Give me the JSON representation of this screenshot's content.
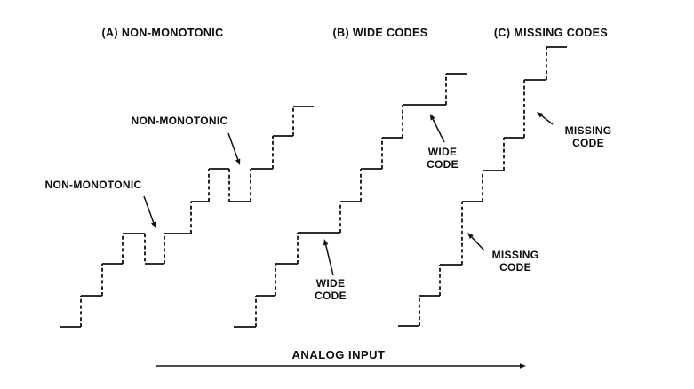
{
  "colors": {
    "ink": "#111111",
    "background": "#ffffff"
  },
  "panel_titles": {
    "a": "(A) NON-MONOTONIC",
    "b": "(B) WIDE CODES",
    "c": "(C) MISSING CODES"
  },
  "callouts": {
    "non_monotonic_upper": "NON-MONOTONIC",
    "non_monotonic_lower": "NON-MONOTONIC",
    "wide_code_upper": {
      "line1": "WIDE",
      "line2": "CODE"
    },
    "wide_code_lower": {
      "line1": "WIDE",
      "line2": "CODE"
    },
    "missing_code_upper": {
      "line1": "MISSING",
      "line2": "CODE"
    },
    "missing_code_lower": {
      "line1": "MISSING",
      "line2": "CODE"
    }
  },
  "axis": {
    "label": "ANALOG INPUT"
  },
  "geometry": {
    "staircases": [
      {
        "name": "staircase-non-monotonic",
        "points": [
          [
            68,
            368
          ],
          [
            91,
            368
          ],
          [
            91,
            333
          ],
          [
            115,
            333
          ],
          [
            115,
            297
          ],
          [
            138,
            297
          ],
          [
            138,
            263
          ],
          [
            163,
            263
          ],
          [
            163,
            297
          ],
          [
            185,
            297
          ],
          [
            185,
            263
          ],
          [
            215,
            263
          ],
          [
            215,
            227
          ],
          [
            235,
            227
          ],
          [
            235,
            190
          ],
          [
            258,
            190
          ],
          [
            258,
            227
          ],
          [
            282,
            227
          ],
          [
            282,
            190
          ],
          [
            307,
            190
          ],
          [
            307,
            153
          ],
          [
            330,
            153
          ],
          [
            330,
            120
          ],
          [
            353,
            120
          ]
        ]
      },
      {
        "name": "staircase-wide-codes",
        "points": [
          [
            263,
            368
          ],
          [
            288,
            368
          ],
          [
            288,
            333
          ],
          [
            310,
            333
          ],
          [
            310,
            297
          ],
          [
            335,
            297
          ],
          [
            335,
            262
          ],
          [
            383,
            262
          ],
          [
            383,
            227
          ],
          [
            406,
            227
          ],
          [
            406,
            190
          ],
          [
            430,
            190
          ],
          [
            430,
            155
          ],
          [
            453,
            155
          ],
          [
            453,
            118
          ],
          [
            502,
            118
          ],
          [
            502,
            83
          ],
          [
            526,
            83
          ]
        ]
      },
      {
        "name": "staircase-missing-codes",
        "points": [
          [
            448,
            367
          ],
          [
            472,
            367
          ],
          [
            472,
            333
          ],
          [
            495,
            333
          ],
          [
            495,
            298
          ],
          [
            520,
            298
          ],
          [
            520,
            227
          ],
          [
            543,
            227
          ],
          [
            543,
            192
          ],
          [
            567,
            192
          ],
          [
            567,
            155
          ],
          [
            590,
            155
          ],
          [
            590,
            90
          ],
          [
            615,
            90
          ],
          [
            615,
            53
          ],
          [
            638,
            53
          ]
        ]
      }
    ],
    "arrows": [
      {
        "name": "arrow-non-monotonic-upper",
        "from": [
          257,
          150
        ],
        "to": [
          270,
          186
        ]
      },
      {
        "name": "arrow-non-monotonic-lower",
        "from": [
          162,
          221
        ],
        "to": [
          175,
          257
        ]
      },
      {
        "name": "arrow-wide-code-upper",
        "from": [
          500,
          160
        ],
        "to": [
          484,
          128
        ]
      },
      {
        "name": "arrow-wide-code-lower",
        "from": [
          375,
          310
        ],
        "to": [
          365,
          269
        ]
      },
      {
        "name": "arrow-missing-code-upper",
        "from": [
          622,
          140
        ],
        "to": [
          604,
          126
        ]
      },
      {
        "name": "arrow-missing-code-lower",
        "from": [
          545,
          282
        ],
        "to": [
          526,
          262
        ]
      },
      {
        "name": "analog-input-axis-arrow",
        "from": [
          175,
          412
        ],
        "to": [
          592,
          412
        ]
      }
    ]
  }
}
